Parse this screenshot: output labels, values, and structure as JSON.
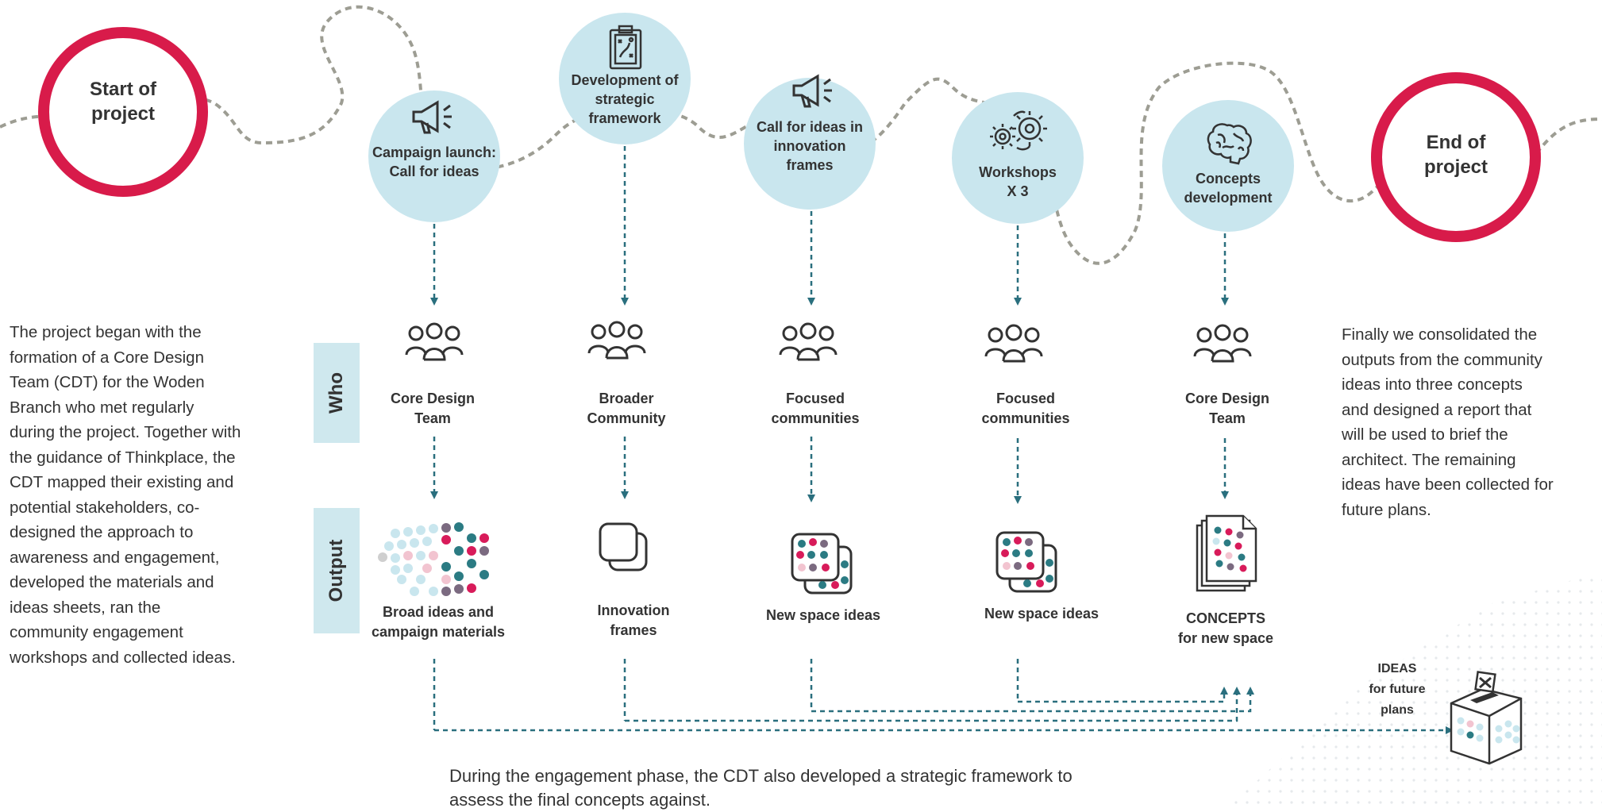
{
  "start": {
    "label_line1": "Start of",
    "label_line2": "project"
  },
  "end": {
    "label_line1": "End of",
    "label_line2": "project"
  },
  "stages": [
    {
      "lines": [
        "Campaign launch:",
        "Call for ideas"
      ],
      "icon": "megaphone-icon"
    },
    {
      "lines": [
        "Development of",
        "strategic",
        "framework"
      ],
      "icon": "clipboard-strategy-icon"
    },
    {
      "lines": [
        "Call for ideas in",
        "innovation",
        "frames"
      ],
      "icon": "megaphone-icon"
    },
    {
      "lines": [
        "Workshops",
        "X 3"
      ],
      "icon": "gears-icon"
    },
    {
      "lines": [
        "Concepts",
        "development"
      ],
      "icon": "brain-icon"
    }
  ],
  "row_labels": {
    "who": "Who",
    "output": "Output"
  },
  "who": [
    {
      "lines": [
        "Core Design",
        "Team"
      ]
    },
    {
      "lines": [
        "Broader",
        "Community"
      ]
    },
    {
      "lines": [
        "Focused",
        "communities"
      ]
    },
    {
      "lines": [
        "Focused",
        "communities"
      ]
    },
    {
      "lines": [
        "Core Design",
        "Team"
      ]
    }
  ],
  "outputs": [
    {
      "lines": [
        "Broad ideas and",
        "campaign materials"
      ]
    },
    {
      "lines": [
        "Innovation",
        "frames"
      ]
    },
    {
      "lines": [
        "New space ideas"
      ]
    },
    {
      "lines": [
        "New space ideas"
      ]
    },
    {
      "lines": [
        "CONCEPTS",
        "for new space"
      ]
    }
  ],
  "ideas_box": {
    "lines": [
      "IDEAS",
      "for future",
      "plans"
    ]
  },
  "left_text": [
    "The project began with the",
    "formation of a Core Design",
    "Team (CDT) for the Woden",
    "Branch who met regularly",
    "during the project. Together with",
    "the guidance of Thinkplace, the",
    "CDT mapped their existing and",
    "potential stakeholders, co-",
    "designed the approach to",
    "awareness and engagement,",
    "developed the materials and",
    "ideas sheets, ran the",
    "community engagement",
    "workshops and collected ideas."
  ],
  "right_text": [
    "Finally we consolidated the",
    "outputs from the community",
    "ideas into three concepts",
    "and designed a report that",
    "will be used to brief the",
    "architect. The remaining",
    "ideas have been collected for",
    "future plans."
  ],
  "bottom_text": [
    "During the engagement phase, the CDT also developed a strategic framework to",
    "assess the final concepts against."
  ],
  "colors": {
    "ring": "#d81b4a",
    "bubble": "#c9e6ee",
    "arrow": "#2a6f7e",
    "teal": "#2b7b83",
    "pink": "#d81b5a",
    "mauve": "#7b6a80",
    "light": "#bfe0e8"
  }
}
